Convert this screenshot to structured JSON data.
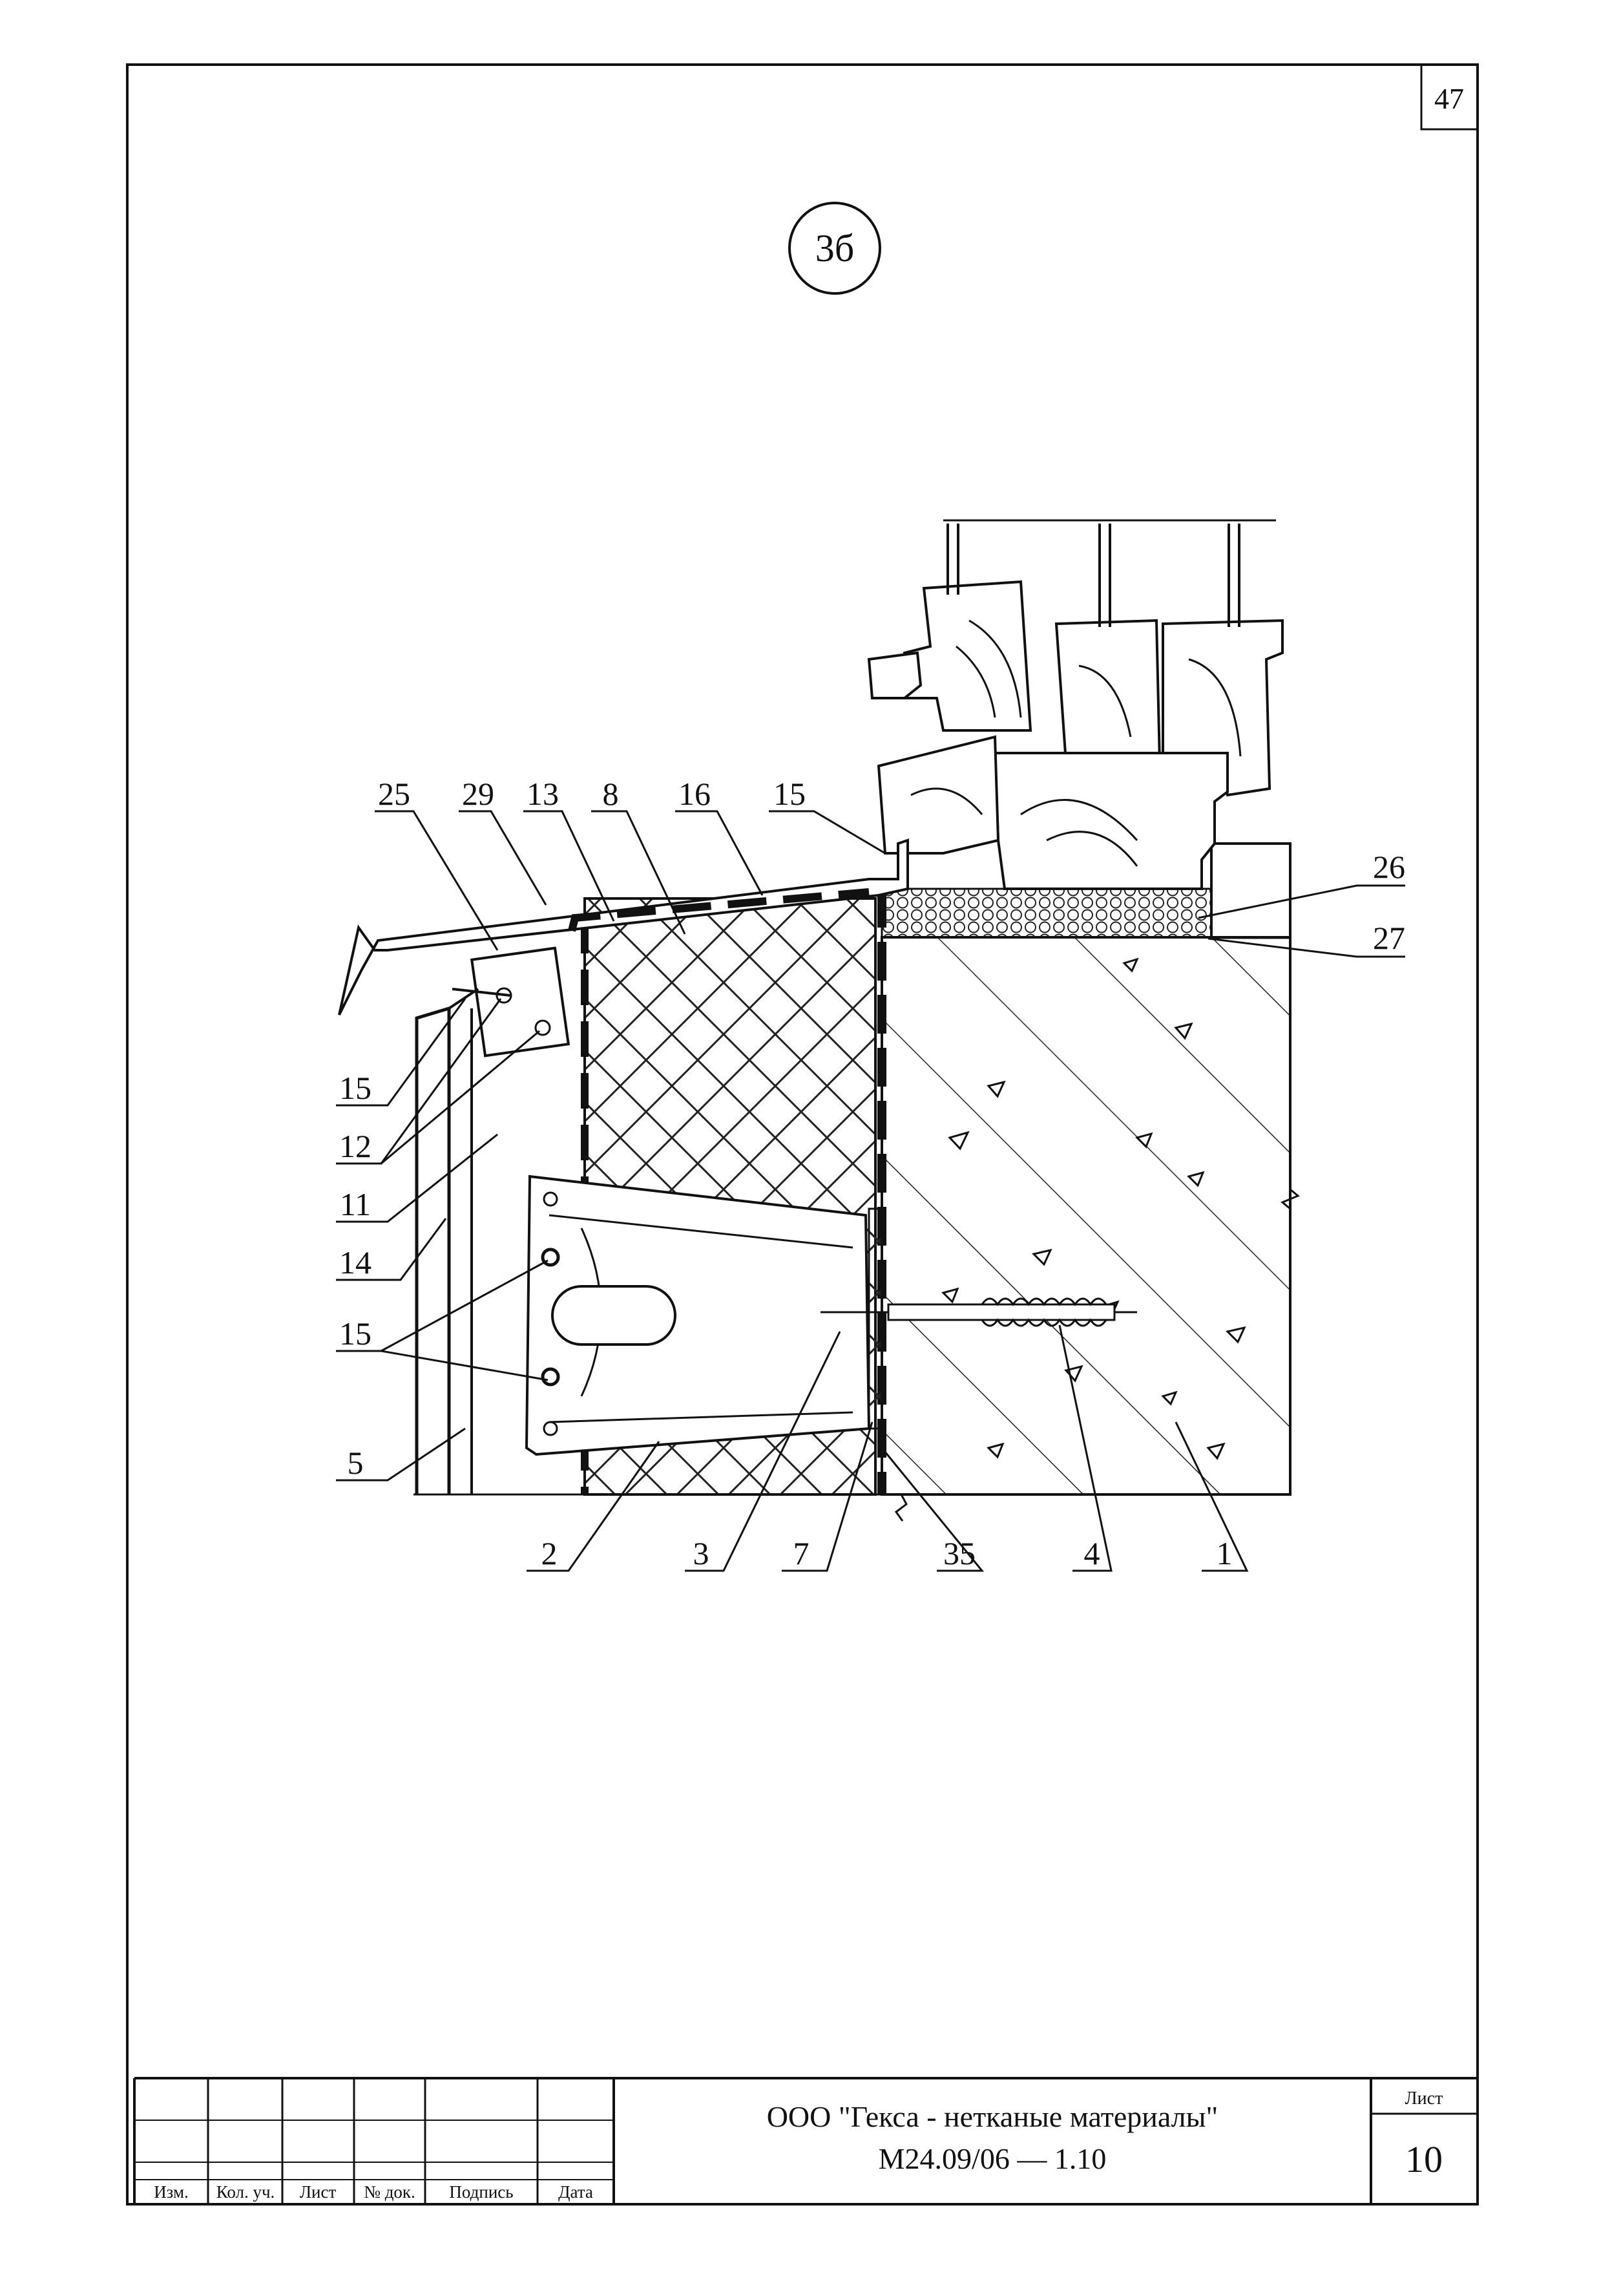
{
  "page_number": "47",
  "section_marker": "3б",
  "callouts": {
    "top": [
      "25",
      "29",
      "13",
      "8",
      "16",
      "15"
    ],
    "right": [
      "26",
      "27"
    ],
    "left": [
      "15",
      "12",
      "11",
      "14",
      "15",
      "5"
    ],
    "bottom": [
      "2",
      "3",
      "7",
      "35",
      "4",
      "1"
    ]
  },
  "title_block": {
    "columns": [
      "Изм.",
      "Кол. уч.",
      "Лист",
      "№ док.",
      "Подпись",
      "Дата"
    ],
    "organization": "ООО \"Гекса - нетканые материалы\"",
    "document_code": "М24.09/06 — 1.10",
    "sheet_label": "Лист",
    "sheet_number": "10"
  }
}
